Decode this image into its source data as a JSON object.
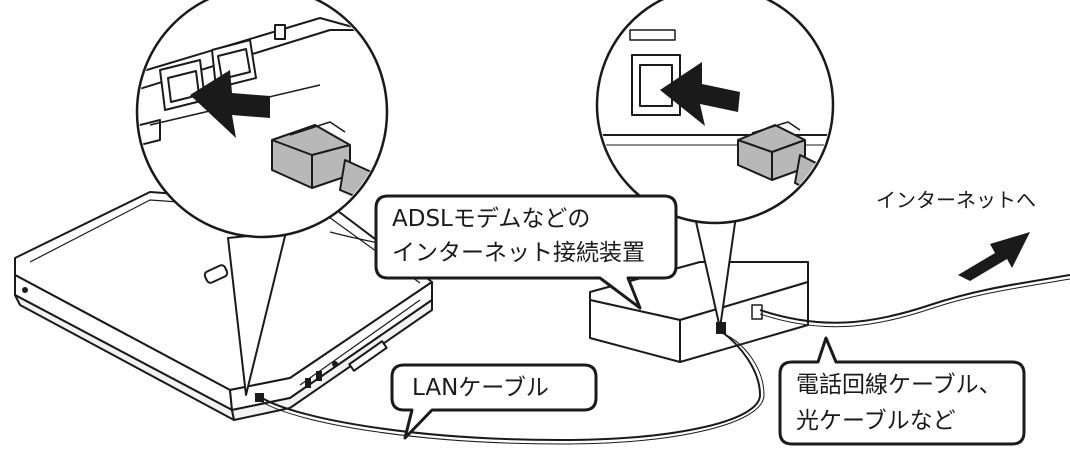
{
  "callouts": {
    "modem_line1": "ADSLモデムなどの",
    "modem_line2": "インターネット接続装置",
    "lan_cable": "LANケーブル",
    "phone_line1": "電話回線ケーブル、",
    "phone_line2": "光ケーブルなど"
  },
  "destination_label": "インターネットへ",
  "colors": {
    "stroke": "#1a1a1a",
    "fill": "#ffffff",
    "arrow": "#1a1a1a",
    "plug_gray": "#b8b8b8"
  }
}
